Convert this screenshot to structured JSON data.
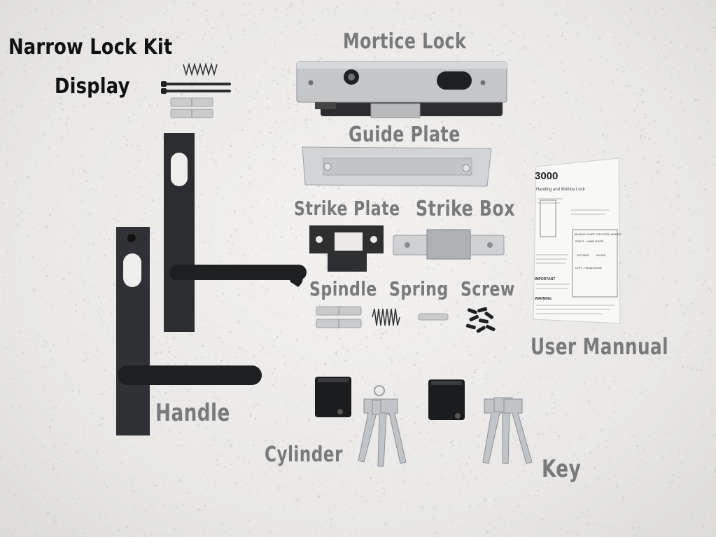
{
  "title": {
    "line1": "Narrow Lock Kit",
    "line2": "Display"
  },
  "labels": {
    "mortice_lock": "Mortice Lock",
    "guide_plate": "Guide Plate",
    "strike_plate": "Strike Plate",
    "strike_box": "Strike Box",
    "spindle": "Spindle",
    "spring": "Spring",
    "screw": "Screw",
    "user_manual": "User Mannual",
    "handle": "Handle",
    "cylinder": "Cylinder",
    "key": "Key"
  },
  "manual": {
    "brand": "3000",
    "heading": "Handing and Mortice Lock",
    "chart_title": "HANDING CHART FOR DOOR HANDING",
    "right_hand": "RIGHT - HAND DOOR",
    "left_hand": "LEFT - HAND DOOR",
    "important": "IMPORTANT",
    "warning": "WARNING",
    "outside": "OUTSIDE",
    "inside": "INSIDE"
  },
  "colors": {
    "background": "#ebeae8",
    "label_gray": "#7a7a7a",
    "title_black": "#111111",
    "metal_silver": "#c4c6c8",
    "handle_black": "#2b2d30"
  }
}
